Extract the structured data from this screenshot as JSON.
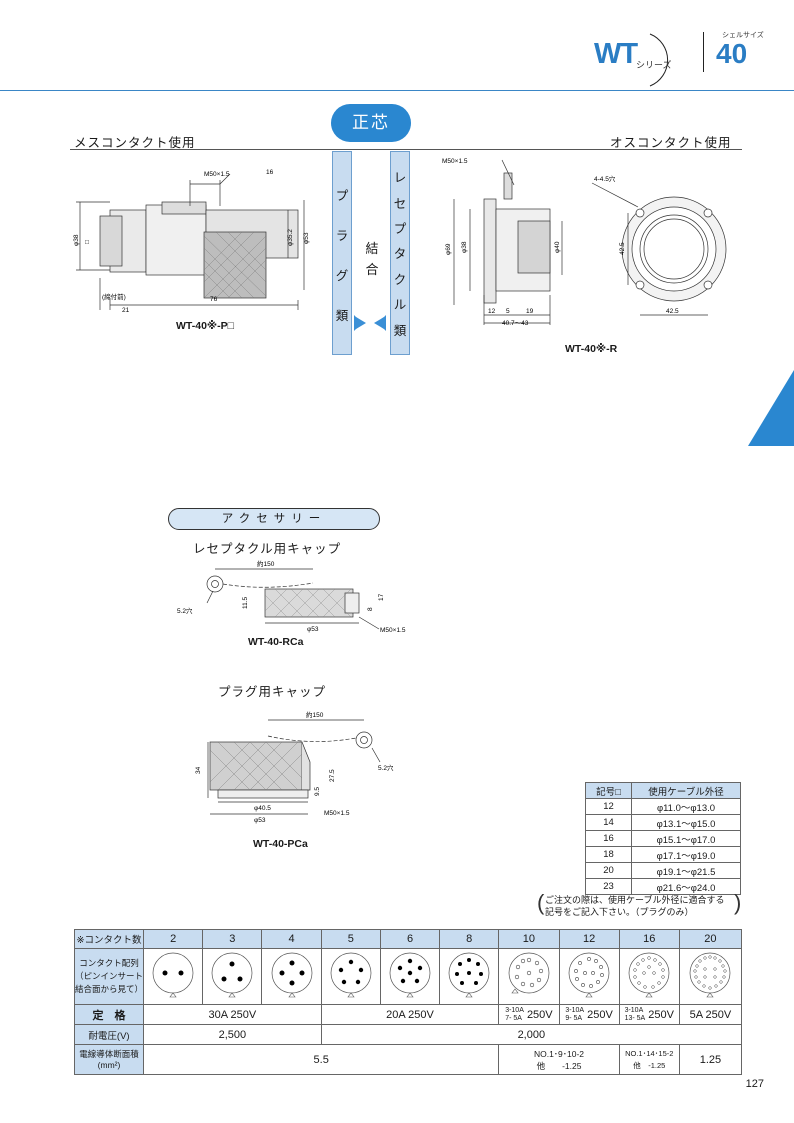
{
  "header": {
    "series_name": "WT",
    "series_suffix": "シリーズ",
    "shell_label": "シェルサイズ",
    "shell_size": "40"
  },
  "center": {
    "badge": "正芯",
    "left_heading": "メスコンタクト使用",
    "right_heading": "オスコンタクト使用",
    "plug_chars": [
      "プ",
      "ラ",
      "グ",
      "類"
    ],
    "receptacle_chars": [
      "レ",
      "セ",
      "プ",
      "タ",
      "ク",
      "ル",
      "類"
    ],
    "join_chars": [
      "結",
      "合"
    ]
  },
  "plug_drawing": {
    "model": "WT-40※-P□",
    "dims": {
      "thread": "M50×1.5",
      "d16": "16",
      "phi38": "φ38",
      "box": "□",
      "phi35": "φ35.2",
      "phi53": "φ53",
      "clamp": "(締付前)",
      "l21": "21",
      "l76": "76"
    }
  },
  "receptacle_drawing": {
    "model": "WT-40※-R",
    "dims": {
      "thread": "M50×1.5",
      "phi69": "φ69",
      "phi38": "φ38",
      "phi40": "φ40",
      "d12": "12",
      "d5": "5",
      "d19": "19",
      "range": "40.7～43",
      "holes": "4-4.5穴",
      "p425a": "42.5",
      "p425b": "42.5"
    }
  },
  "accessory": {
    "title": "アクセサリー",
    "rcap": {
      "title": "レセプタクル用キャップ",
      "model": "WT-40-RCa",
      "dims": {
        "chain": "約150",
        "hole": "5.2穴",
        "h115": "11.5",
        "d17": "17",
        "d8": "8",
        "phi53": "φ53",
        "thread": "M50×1.5"
      }
    },
    "pcap": {
      "title": "プラグ用キャップ",
      "model": "WT-40-PCa",
      "dims": {
        "chain": "約150",
        "hole": "5.2穴",
        "h34": "34",
        "h275": "27.5",
        "h95": "9.5",
        "phi405": "φ40.5",
        "phi53": "φ53",
        "thread": "M50×1.5"
      }
    }
  },
  "cable_table": {
    "headers": [
      "記号□",
      "使用ケーブル外径"
    ],
    "rows": [
      [
        "12",
        "φ11.0～φ13.0"
      ],
      [
        "14",
        "φ13.1～φ15.0"
      ],
      [
        "16",
        "φ15.1～φ17.0"
      ],
      [
        "18",
        "φ17.1～φ19.0"
      ],
      [
        "20",
        "φ19.1～φ21.5"
      ],
      [
        "23",
        "φ21.6～φ24.0"
      ]
    ],
    "note_line1": "ご注文の際は、使用ケーブル外径に適合する",
    "note_line2": "記号をご記入下さい。（プラグのみ）"
  },
  "spec_table": {
    "header_label": "※コンタクト数",
    "counts": [
      "2",
      "3",
      "4",
      "5",
      "6",
      "8",
      "10",
      "12",
      "16",
      "20"
    ],
    "layout_label_1": "コンタクト配列",
    "layout_label_2": "（ピンインサート",
    "layout_label_3": "結合面から見て）",
    "rating_label": "定　格",
    "rating_a": "30A 250V",
    "rating_b": "20A 250V",
    "rating_10_l1": "3-10A",
    "rating_10_l2": "7- 5A",
    "rating_10_v": "250V",
    "rating_12_l1": "3-10A",
    "rating_12_l2": "9- 5A",
    "rating_12_v": "250V",
    "rating_16_l1": "3-10A",
    "rating_16_l2": "13- 5A",
    "rating_16_v": "250V",
    "rating_20": "5A 250V",
    "voltage_label": "耐電圧(V)",
    "voltage_a": "2,500",
    "voltage_b": "2,000",
    "wire_label_1": "電線導体断面積",
    "wire_label_2": "(mm²)",
    "wire_a": "5.5",
    "wire_10_12_l1": "NO.1･9･10-2",
    "wire_10_12_l2": "他　　-1.25",
    "wire_16_l1": "NO.1･14･15-2",
    "wire_16_l2": "他　-1.25",
    "wire_20": "1.25"
  },
  "page_number": "127",
  "colors": {
    "accent": "#2a87d0",
    "table_fill": "#c8dcf0"
  }
}
